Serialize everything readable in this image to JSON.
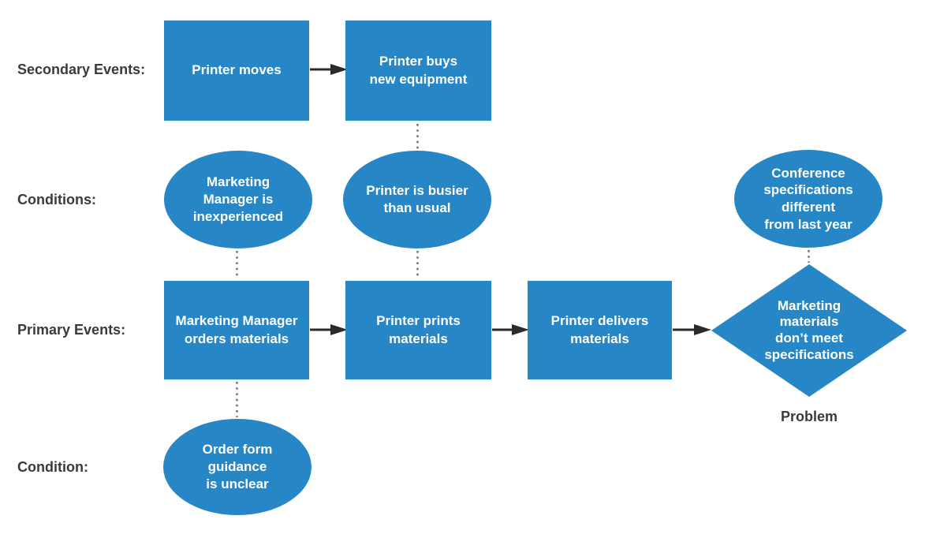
{
  "colors": {
    "node_fill": "#2786c5",
    "node_text": "#ffffff",
    "row_label_text": "#3a3a3a",
    "arrow": "#2b2b2b",
    "dotted_connector": "#767676",
    "background": "#ffffff"
  },
  "rows": {
    "secondary_events": {
      "label": "Secondary Events:"
    },
    "conditions": {
      "label": "Conditions:"
    },
    "primary_events": {
      "label": "Primary Events:"
    },
    "condition": {
      "label": "Condition:"
    }
  },
  "nodes": {
    "printer_moves": {
      "label": "Printer moves",
      "shape": "rectangle",
      "row": "secondary_events"
    },
    "printer_buys_new_equipment": {
      "label": "Printer buys\nnew equipment",
      "shape": "rectangle",
      "row": "secondary_events"
    },
    "marketing_manager_inexperienced": {
      "label": "Marketing\nManager is\ninexperienced",
      "shape": "ellipse",
      "row": "conditions"
    },
    "printer_busier_than_usual": {
      "label": "Printer is busier\nthan usual",
      "shape": "ellipse",
      "row": "conditions"
    },
    "conference_specifications_different": {
      "label": "Conference\nspecifications\ndifferent\nfrom last year",
      "shape": "ellipse",
      "row": "conditions"
    },
    "marketing_manager_orders_materials": {
      "label": "Marketing Manager\norders materials",
      "shape": "rectangle",
      "row": "primary_events"
    },
    "printer_prints_materials": {
      "label": "Printer prints\nmaterials",
      "shape": "rectangle",
      "row": "primary_events"
    },
    "printer_delivers_materials": {
      "label": "Printer delivers\nmaterials",
      "shape": "rectangle",
      "row": "primary_events"
    },
    "marketing_materials_dont_meet_specifications": {
      "label": "Marketing\nmaterials\ndon’t meet\nspecifications",
      "shape": "diamond",
      "row": "primary_events",
      "caption": "Problem"
    },
    "order_form_guidance_unclear": {
      "label": "Order form\nguidance\nis unclear",
      "shape": "ellipse",
      "row": "condition"
    }
  },
  "connections": {
    "solid_arrows": [
      {
        "from": "printer_moves",
        "to": "printer_buys_new_equipment"
      },
      {
        "from": "marketing_manager_orders_materials",
        "to": "printer_prints_materials"
      },
      {
        "from": "printer_prints_materials",
        "to": "printer_delivers_materials"
      },
      {
        "from": "printer_delivers_materials",
        "to": "marketing_materials_dont_meet_specifications"
      }
    ],
    "dotted_links": [
      {
        "from": "printer_buys_new_equipment",
        "to": "printer_busier_than_usual"
      },
      {
        "from": "marketing_manager_inexperienced",
        "to": "marketing_manager_orders_materials"
      },
      {
        "from": "printer_busier_than_usual",
        "to": "printer_prints_materials"
      },
      {
        "from": "conference_specifications_different",
        "to": "marketing_materials_dont_meet_specifications"
      },
      {
        "from": "marketing_manager_orders_materials",
        "to": "order_form_guidance_unclear"
      }
    ]
  }
}
